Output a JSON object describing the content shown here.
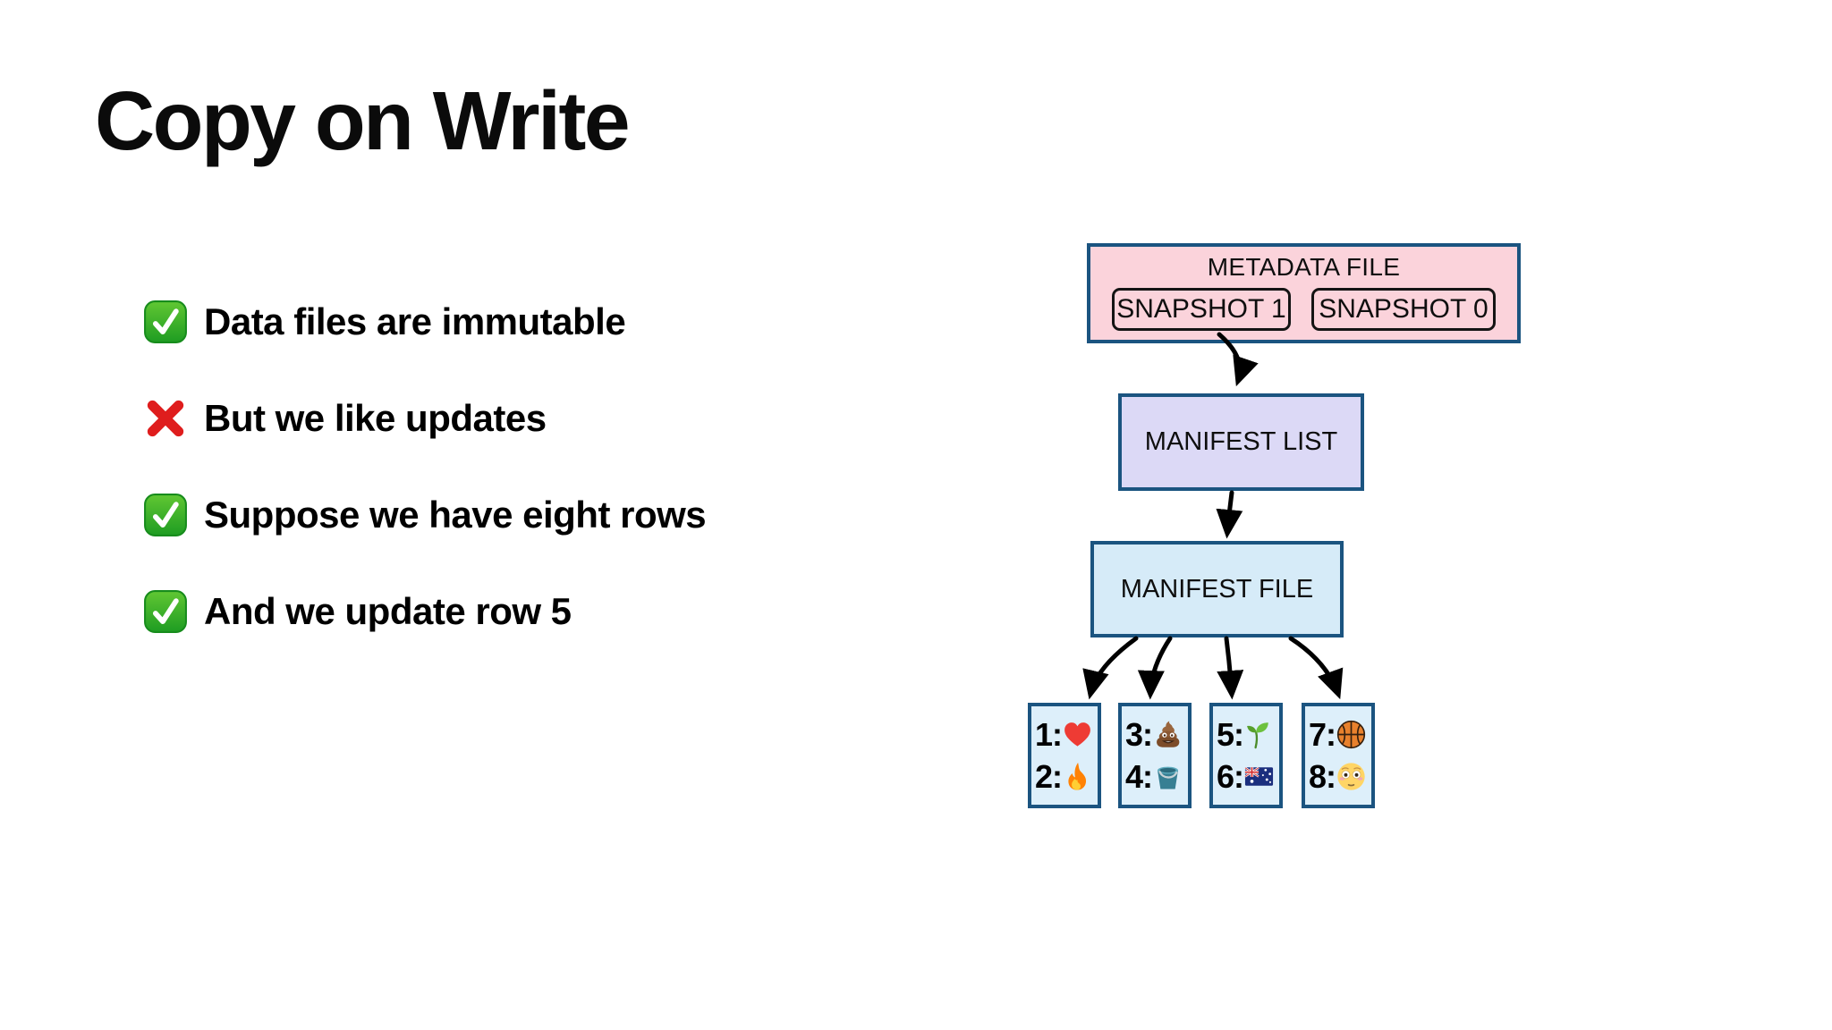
{
  "slide": {
    "title": "Copy on Write",
    "bullets": [
      {
        "icon": "check",
        "text": "Data files are immutable"
      },
      {
        "icon": "cross",
        "text": "But we like updates"
      },
      {
        "icon": "check",
        "text": "Suppose we have eight rows"
      },
      {
        "icon": "check",
        "text": "And we update row 5"
      }
    ]
  },
  "diagram": {
    "metadata_file": {
      "label": "METADATA FILE",
      "snapshots": [
        {
          "label": "SNAPSHOT 1"
        },
        {
          "label": "SNAPSHOT 0"
        }
      ]
    },
    "manifest_list": {
      "label": "MANIFEST LIST"
    },
    "manifest_file": {
      "label": "MANIFEST FILE"
    },
    "data_files": [
      {
        "rows": [
          {
            "label": "1:",
            "emoji": "red-heart"
          },
          {
            "label": "2:",
            "emoji": "fire"
          }
        ]
      },
      {
        "rows": [
          {
            "label": "3:",
            "emoji": "poop"
          },
          {
            "label": "4:",
            "emoji": "bucket"
          }
        ]
      },
      {
        "rows": [
          {
            "label": "5:",
            "emoji": "seedling"
          },
          {
            "label": "6:",
            "emoji": "australia-flag"
          }
        ]
      },
      {
        "rows": [
          {
            "label": "7:",
            "emoji": "basketball"
          },
          {
            "label": "8:",
            "emoji": "flushed-face"
          }
        ]
      }
    ],
    "edges": [
      {
        "from": "SNAPSHOT 1",
        "to": "MANIFEST LIST"
      },
      {
        "from": "MANIFEST LIST",
        "to": "MANIFEST FILE"
      },
      {
        "from": "MANIFEST FILE",
        "to": "data_file_0"
      },
      {
        "from": "MANIFEST FILE",
        "to": "data_file_1"
      },
      {
        "from": "MANIFEST FILE",
        "to": "data_file_2"
      },
      {
        "from": "MANIFEST FILE",
        "to": "data_file_3"
      }
    ]
  },
  "colors": {
    "metadata_fill": "#FBD3DB",
    "manifest_list_fill": "#DCD9F6",
    "manifest_file_fill": "#D6EBF8",
    "data_file_fill": "#DDEFFA",
    "box_border": "#1B5480",
    "snapshot_border": "#141414",
    "arrow": "#000000",
    "check_green": "#23A828",
    "cross_red": "#DF1D1D",
    "text": "#000000",
    "background": "#FFFFFF"
  }
}
